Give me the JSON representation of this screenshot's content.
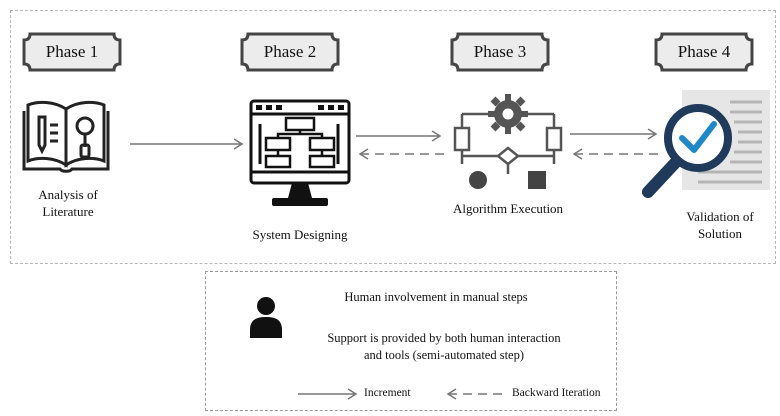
{
  "phases": [
    {
      "label": "Phase 1",
      "caption_line1": "Analysis of",
      "caption_line2": "Literature"
    },
    {
      "label": "Phase 2",
      "caption_line1": "System Designing"
    },
    {
      "label": "Phase 3",
      "caption_line1": "Algorithm Execution"
    },
    {
      "label": "Phase 4",
      "caption_line1": "Validation of",
      "caption_line2": "Solution"
    }
  ],
  "legend": {
    "human_text": "Human involvement in manual steps",
    "support_line1": "Support is provided by both human interaction",
    "support_line2": "and tools (semi-automated step)",
    "increment_label": "Increment",
    "backward_label": "Backward Iteration"
  },
  "colors": {
    "accent": "#1e88c8",
    "dark_blue": "#1f3a5a",
    "arrow": "#777777",
    "icon": "#222222",
    "banner_fill": "#ececec"
  },
  "icons": [
    "open-book-icon",
    "monitor-flowchart-icon",
    "gear-flowchart-icon",
    "magnifier-document-icon",
    "person-icon"
  ]
}
